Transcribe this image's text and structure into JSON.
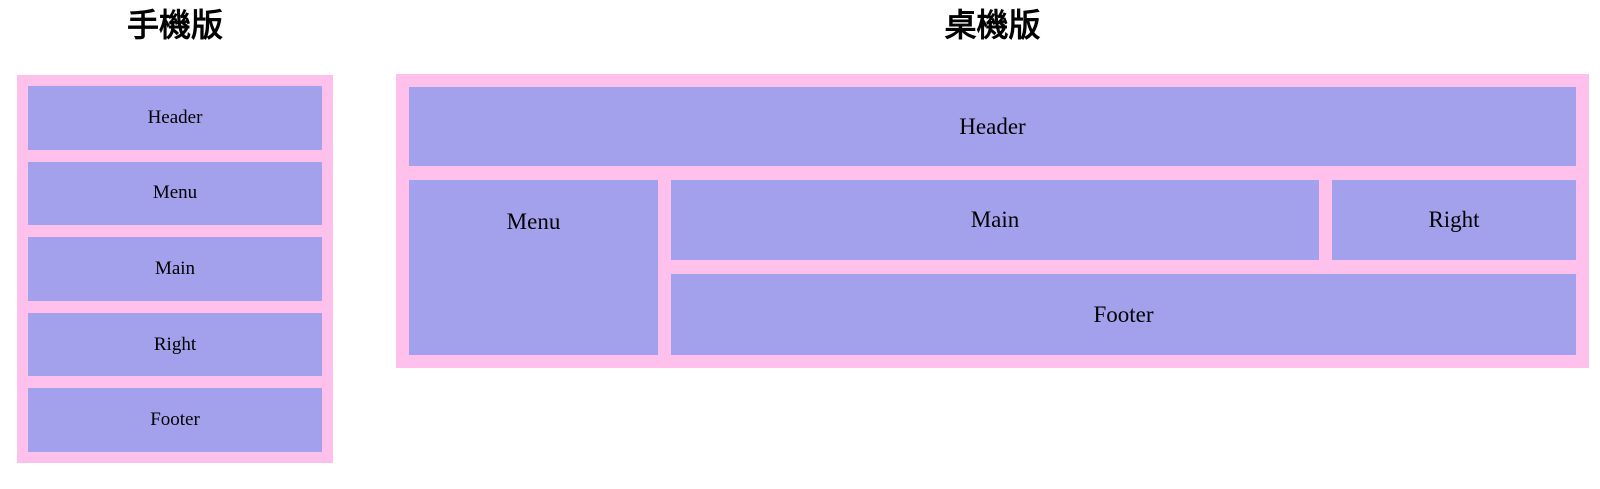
{
  "colors": {
    "page_background": "#ffffff",
    "container_pink": "#ffc0eb",
    "box_purple": "#a3a0ec",
    "label_text": "#000000",
    "title_text": "#000000"
  },
  "mobile": {
    "title": "手機版",
    "boxes": {
      "header": "Header",
      "menu": "Menu",
      "main": "Main",
      "right": "Right",
      "footer": "Footer"
    }
  },
  "desktop": {
    "title": "桌機版",
    "boxes": {
      "header": "Header",
      "menu": "Menu",
      "main": "Main",
      "right": "Right",
      "footer": "Footer"
    }
  }
}
